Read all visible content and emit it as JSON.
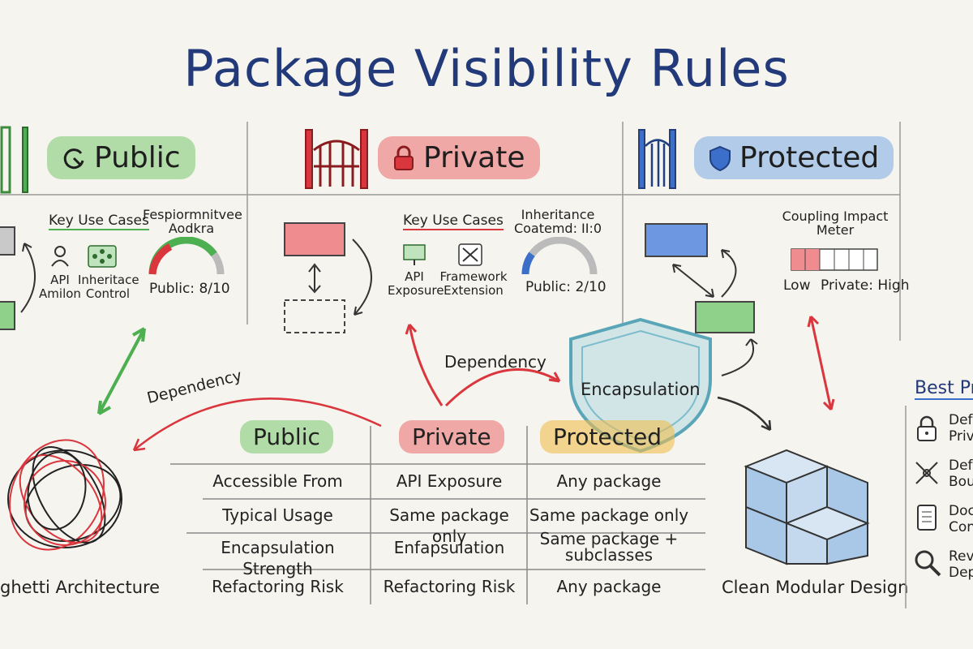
{
  "title": "Package Visibility Rules",
  "sections": {
    "public": {
      "heading": "Public",
      "key_use_cases": "Key Use Cases",
      "use_cases": [
        "API\nAmilon",
        "Inheritace\nControl"
      ],
      "gauge_title": "Fespiormnitvee\nAodkra",
      "gauge_label": "Public: 8/10",
      "gauge_value": 0.8
    },
    "private": {
      "heading": "Private",
      "key_use_cases": "Key Use Cases",
      "use_cases": [
        "API\nExposure",
        "Framework\nExtension"
      ],
      "gauge_title": "Inheritance\nCoatemd: II:0",
      "gauge_label": "Public: 2/10",
      "gauge_value": 0.2
    },
    "protected": {
      "heading": "Protected",
      "meter_title": "Coupling Impact\nMeter",
      "meter_low": "Low",
      "meter_high": "Private: High",
      "meter_value": 0.33
    }
  },
  "labels": {
    "dependency_left": "Dependency",
    "dependency_center": "Dependency",
    "encapsulation": "Encapsulation",
    "spaghetti": "ghetti Architecture",
    "clean": "Clean Modular Design"
  },
  "table": {
    "headers": [
      "Public",
      "Private",
      "Protected"
    ],
    "rows": [
      [
        "Accessible From",
        "API Exposure",
        "Any package"
      ],
      [
        "Typical Usage",
        "Same package only",
        "Same package only"
      ],
      [
        "Encapsulation Strength",
        "Enfapsulation",
        "Same package +\nsubclasses"
      ],
      [
        "Refactoring Risk",
        "Refactoring Risk",
        "Any package"
      ]
    ]
  },
  "best_practices": {
    "heading": "Best Pr",
    "items": [
      {
        "icon": "lock-icon",
        "text": "Def\nPriv"
      },
      {
        "icon": "network-icon",
        "text": "Def\nBou"
      },
      {
        "icon": "scroll-icon",
        "text": "Doc\nCon"
      },
      {
        "icon": "magnifier-icon",
        "text": "Rev\nDep"
      }
    ]
  },
  "colors": {
    "title": "#233a7a",
    "green": "#4caf50",
    "red": "#d9363e",
    "blue": "#3b6fc9",
    "yellow": "#e8a83a"
  }
}
